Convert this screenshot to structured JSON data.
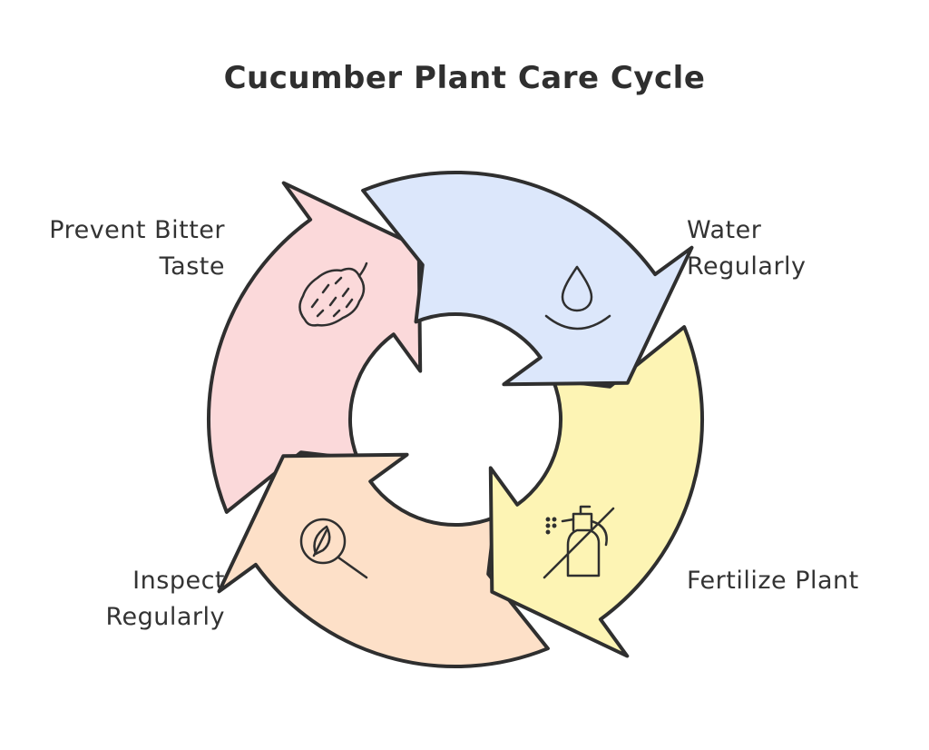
{
  "title": "Cucumber Plant Care Cycle",
  "steps": [
    {
      "id": "water",
      "lines": [
        "Water",
        "Regularly"
      ],
      "color": "#dce7fb",
      "icon": "water-drop-icon"
    },
    {
      "id": "fertilize",
      "lines": [
        "Fertilize Plant",
        ""
      ],
      "color": "#fdf4b4",
      "icon": "fertilizer-sprayer-icon"
    },
    {
      "id": "inspect",
      "lines": [
        "Inspect",
        "Regularly"
      ],
      "color": "#fde0c8",
      "icon": "leaf-magnifier-icon"
    },
    {
      "id": "prevent",
      "lines": [
        "Prevent Bitter",
        "Taste"
      ],
      "color": "#fbd9da",
      "icon": "bitter-gourd-icon"
    }
  ],
  "stroke_color": "#2f2f2f"
}
